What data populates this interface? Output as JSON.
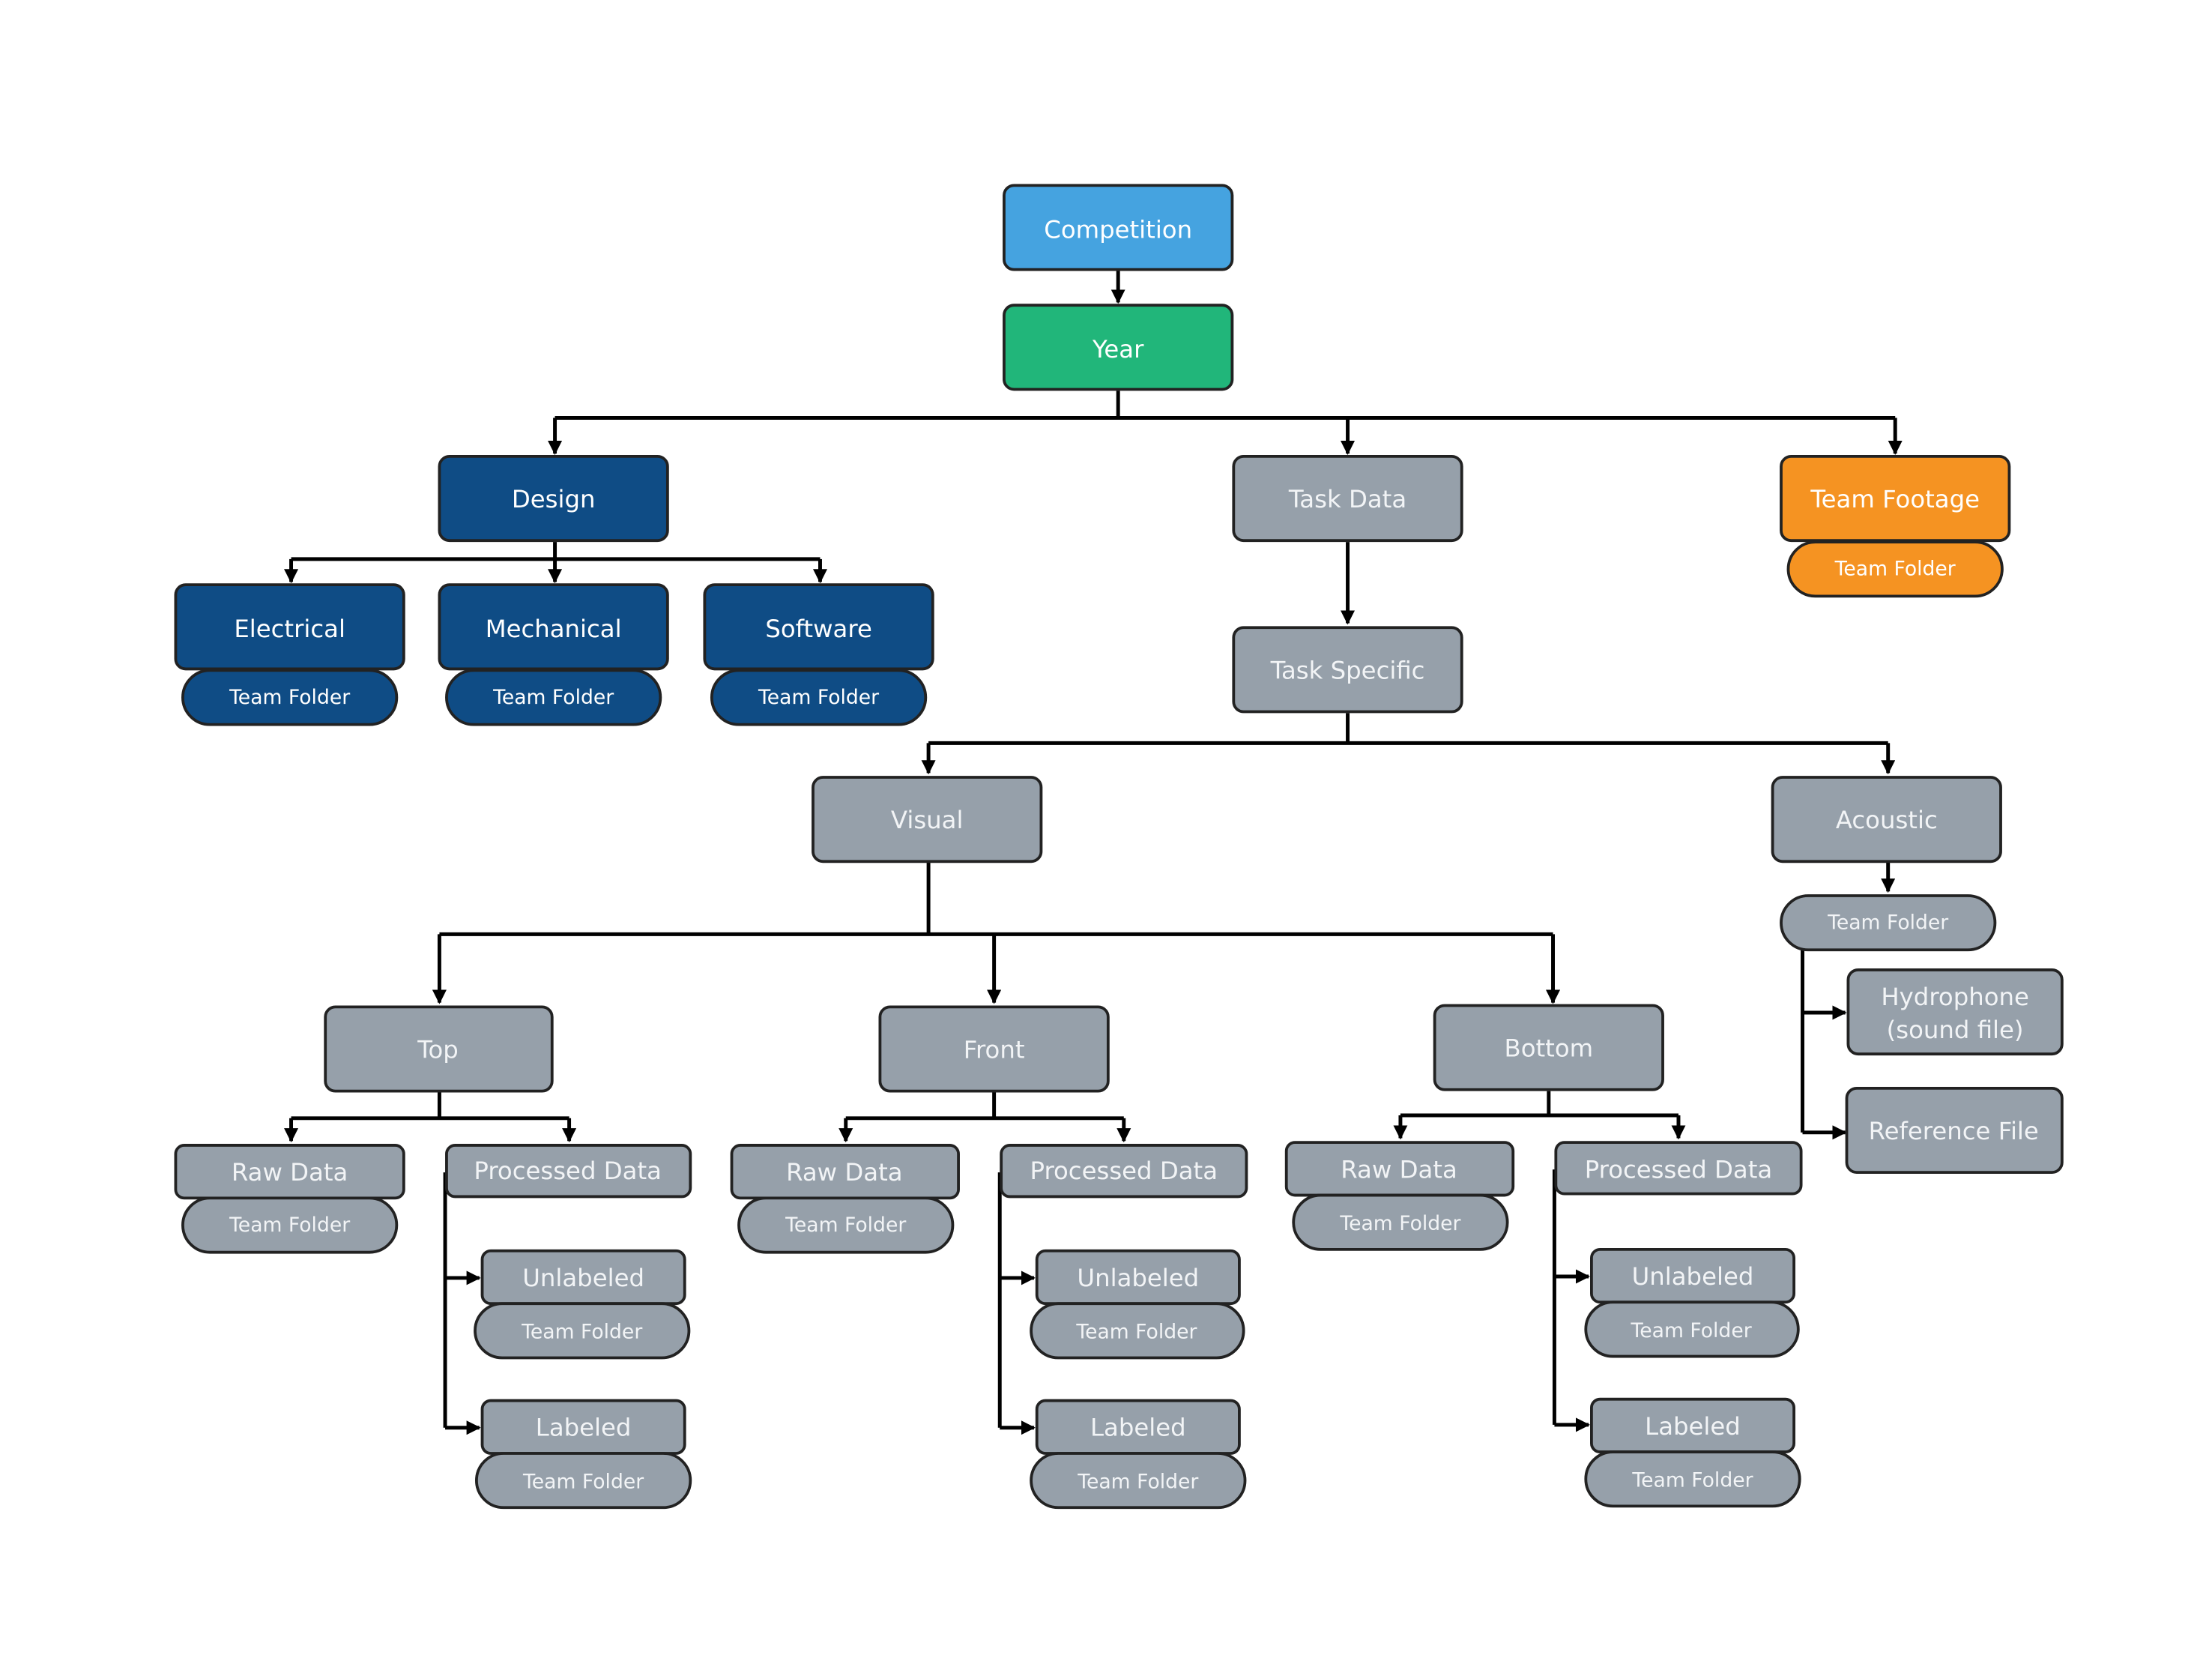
{
  "colors": {
    "competition": "#45a3e0",
    "year": "#21b67a",
    "design": "#0f4c85",
    "gray": "#96a0aa",
    "footage": "#f59322",
    "outline": "#222222",
    "line": "#000000",
    "text_light": "#ffffff",
    "text_gray": "#f2f4f6"
  },
  "nodes": {
    "competition": "Competition",
    "year": "Year",
    "design": "Design",
    "electrical": "Electrical",
    "mechanical": "Mechanical",
    "software": "Software",
    "task_data": "Task Data",
    "task_specific": "Task Specific",
    "team_footage": "Team Footage",
    "visual": "Visual",
    "acoustic": "Acoustic",
    "top": "Top",
    "front": "Front",
    "bottom": "Bottom",
    "raw_data": "Raw Data",
    "processed_data": "Processed Data",
    "unlabeled": "Unlabeled",
    "labeled": "Labeled",
    "hydrophone_line1": "Hydrophone",
    "hydrophone_line2": "(sound file)",
    "reference_file": "Reference File",
    "team_folder": "Team Folder"
  }
}
